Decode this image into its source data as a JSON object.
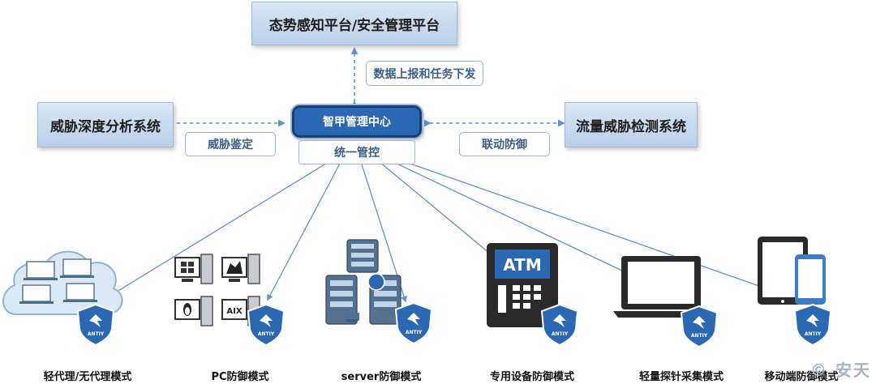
{
  "top_platform": "态势感知平台/安全管理平台",
  "report_label": "数据上报和任务下发",
  "left_system": "威胁深度分析系统",
  "left_tag": "威胁鉴定",
  "hub_title": "智甲管理中心",
  "hub_sub": "统一管控",
  "right_system": "流量威胁检测系统",
  "right_tag": "联动防御",
  "modes": [
    {
      "label": "轻代理/无代理模式",
      "icon": "cloud-computers-icon"
    },
    {
      "label": "PC防御模式",
      "icon": "pc-os-icon"
    },
    {
      "label": "server防御模式",
      "icon": "server-rack-icon"
    },
    {
      "label": "专用设备防御模式",
      "icon": "atm-icon"
    },
    {
      "label": "轻量探针采集模式",
      "icon": "laptop-icon"
    },
    {
      "label": "移动端防御模式",
      "icon": "mobile-devices-icon"
    }
  ],
  "shield_text": "ANTIY",
  "atm_text": "ATM",
  "aix_text": "AIX",
  "watermark": "© 安天",
  "colors": {
    "accent": "#2b68b3",
    "line": "#5b93d3",
    "box": "#c9dbef"
  }
}
